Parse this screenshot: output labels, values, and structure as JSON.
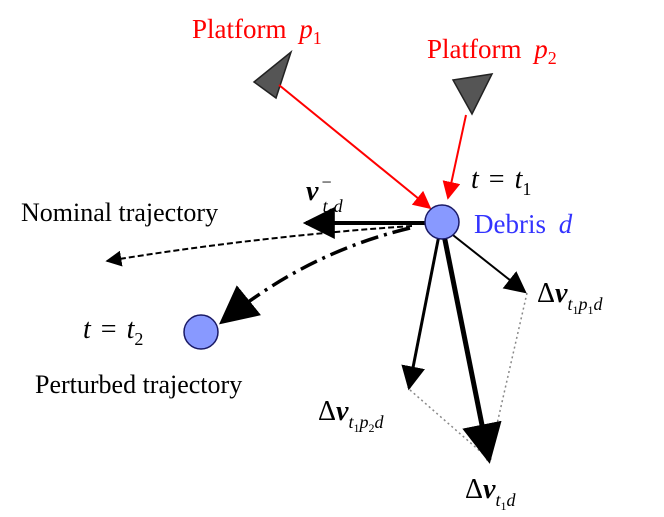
{
  "colors": {
    "platform_text": "#ff0000",
    "platform_line": "#ff0000",
    "platform_marker": "#555555",
    "debris_fill": "#8899ff",
    "debris_stroke": "#1a1a66",
    "debris_text": "#3333ff",
    "vector": "#000000",
    "guide": "#888888"
  },
  "platforms": [
    {
      "name": "Platform",
      "sym": "p",
      "sub": "1"
    },
    {
      "name": "Platform",
      "sym": "p",
      "sub": "2"
    }
  ],
  "debris": {
    "name": "Debris",
    "sym": "d"
  },
  "time_labels": {
    "t1": {
      "lhs": "t",
      "rhs": "t",
      "sub": "1"
    },
    "t2": {
      "lhs": "t",
      "rhs": "t",
      "sub": "2"
    }
  },
  "trajectories": {
    "nominal": "Nominal trajectory",
    "perturbed": "Perturbed trajectory"
  },
  "vectors": {
    "v_minus": {
      "sym": "v",
      "sup": "−",
      "sub": "t",
      "subsub": "1",
      "tail": "d"
    },
    "dv_p1": {
      "delta": "Δ",
      "sym": "v",
      "sub": "t",
      "subsub1": "1",
      "mid": "p",
      "subsub2": "1",
      "tail": "d"
    },
    "dv_p2": {
      "delta": "Δ",
      "sym": "v",
      "sub": "t",
      "subsub1": "1",
      "mid": "p",
      "subsub2": "2",
      "tail": "d"
    },
    "dv_total": {
      "delta": "Δ",
      "sym": "v",
      "sub": "t",
      "subsub": "1",
      "tail": "d"
    }
  },
  "icons": {
    "platform_marker": "triangle-marker-icon",
    "debris_marker": "circle-marker-icon"
  }
}
